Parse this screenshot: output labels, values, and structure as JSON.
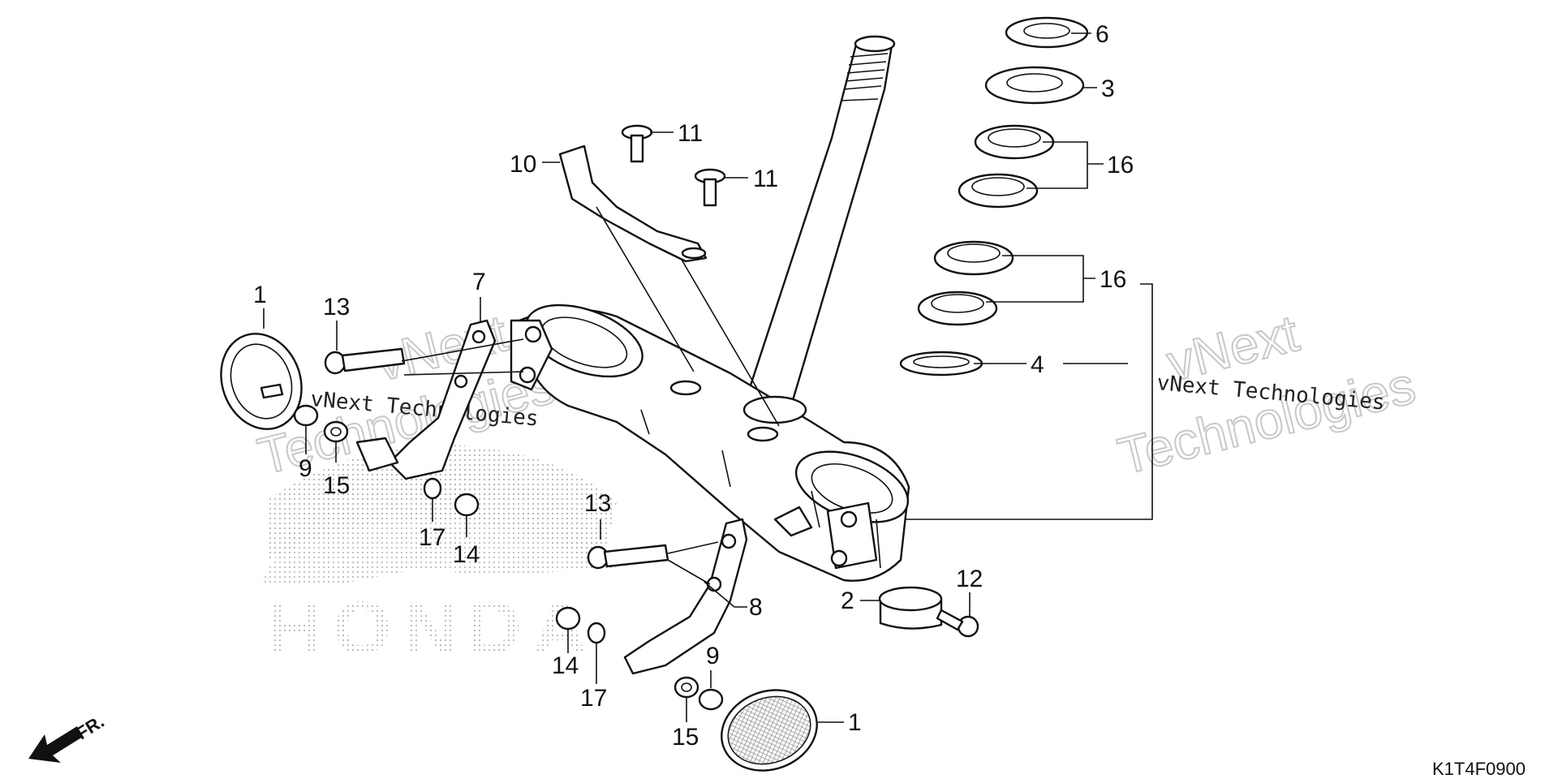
{
  "diagram": {
    "part_code": "K1T4F0900",
    "direction_label": "FR.",
    "logo_text": "HONDA",
    "watermarks": {
      "left_line": "vNext Technologies",
      "left_outline_1": "vNext",
      "left_outline_2": "Technologies",
      "right_line": "vNext Technologies",
      "right_outline_1": "vNext",
      "right_outline_2": "Technologies"
    },
    "callouts": {
      "c1_left": "1",
      "c1_right": "1",
      "c2": "2",
      "c3": "3",
      "c4": "4",
      "c6": "6",
      "c7": "7",
      "c8": "8",
      "c9_left": "9",
      "c9_right": "9",
      "c10": "10",
      "c11_top": "11",
      "c11_mid": "11",
      "c12": "12",
      "c13_upper": "13",
      "c13_lower": "13",
      "c14_left": "14",
      "c14_lower": "14",
      "c15_left": "15",
      "c15_lower": "15",
      "c16_upper": "16",
      "c16_lower": "16",
      "c17_left": "17",
      "c17_lower": "17"
    }
  }
}
